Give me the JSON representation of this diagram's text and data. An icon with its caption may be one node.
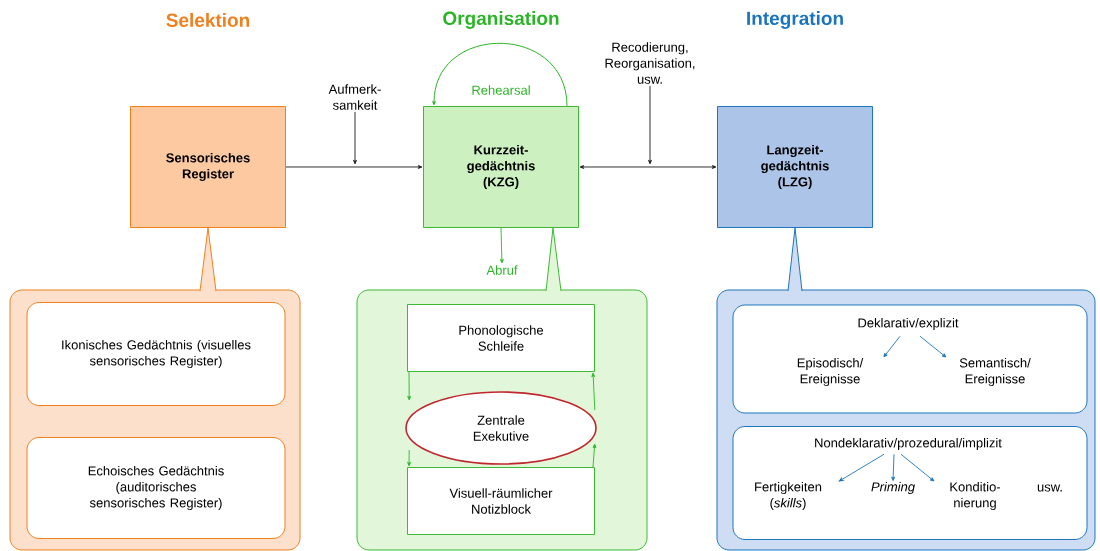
{
  "diagram": {
    "nodes": [
      {
        "text": [
          "Sensorisches Register"
        ]
      },
      {
        "text": [
          "Kurzzeit- gedächtnis (KZG)"
        ]
      },
      {
        "text": [
          "Langzeit- gedächtnis (LZG)"
        ]
      },
      {
        "text": [
          "Aufmerk- samkeit"
        ]
      },
      {
        "text": [
          "Recodierung, Reorganisation, usw."
        ]
      },
      {
        "text": [
          "Abruf"
        ]
      },
      {
        "text": [],
        "shape": "box"
      },
      {
        "text": [
          "Ikonisches Gedächtnis (visuelles sensorisches Register)"
        ],
        "in": 6
      },
      {
        "text": [
          "Echoisches Gedächtnis (auditorisches sensorisches Register)"
        ],
        "in": 6
      },
      {
        "text": [],
        "shape": "box"
      },
      {
        "text": [
          "Phonologische Schleife"
        ],
        "in": 9
      },
      {
        "text": [
          "Zentrale Exekutive"
        ],
        "in": 9
      },
      {
        "text": [
          "Visuell-räumlicher Notizblock"
        ],
        "in": 9
      },
      {
        "text": [],
        "shape": "box"
      },
      {
        "text": [],
        "shape": "box",
        "in": 13
      },
      {
        "text": [
          "Deklarativ/explizit"
        ],
        "in": 14
      },
      {
        "text": [
          "Episodisch/ Ereignisse"
        ],
        "in": 14
      },
      {
        "text": [
          "Semantisch/ Ereignisse"
        ],
        "in": 14
      },
      {
        "text": [],
        "shape": "box",
        "in": 13
      },
      {
        "text": [
          "Nondeklarativ/prozedural/implizit"
        ],
        "in": 18
      },
      {
        "text": [
          "Fertigkeiten (*skills*)"
        ],
        "in": 18
      },
      {
        "text": [
          "Priming"
        ],
        "in": 18
      },
      {
        "text": [
          "Konditio- nierung"
        ],
        "in": 18
      },
      {
        "text": [
          "usw."
        ],
        "in": 18
      }
    ],
    "edges": [
      {
        "from": 0,
        "to": 1,
        "arrow": "to",
        "color": "#1a1a1a"
      },
      {
        "from": 1,
        "to": 2,
        "arrow": "both",
        "color": "#1a1a1a"
      },
      {
        "from": 3,
        "to": null,
        "arrow": "to",
        "color": "#1a1a1a"
      },
      {
        "from": 4,
        "to": null,
        "arrow": "to",
        "color": "#1a1a1a"
      },
      {
        "from": 1,
        "to": 1,
        "arrow": "to",
        "label": "Rehearsal",
        "color": "#2ab526"
      },
      {
        "from": 1,
        "to": 5,
        "arrow": "to",
        "color": "#2ab526"
      },
      {
        "from": 6,
        "to": 0,
        "arrow": "none",
        "color": "#f07f1d"
      },
      {
        "from": 9,
        "to": 1,
        "arrow": "none",
        "color": "#3cb932"
      },
      {
        "from": 13,
        "to": 2,
        "arrow": "none",
        "color": "#1c75bc"
      },
      {
        "from": 10,
        "to": 11,
        "arrow": "to",
        "color": "#2ab526"
      },
      {
        "from": 11,
        "to": 12,
        "arrow": "to",
        "color": "#2ab526"
      },
      {
        "from": 12,
        "to": 11,
        "arrow": "to",
        "color": "#2ab526"
      },
      {
        "from": 11,
        "to": 10,
        "arrow": "to",
        "color": "#2ab526"
      },
      {
        "from": 15,
        "to": 16,
        "arrow": "to",
        "color": "#1c75bc"
      },
      {
        "from": 15,
        "to": 17,
        "arrow": "to",
        "color": "#1c75bc"
      },
      {
        "from": 19,
        "to": 20,
        "arrow": "to",
        "color": "#1c75bc"
      },
      {
        "from": 19,
        "to": 21,
        "arrow": "to",
        "color": "#1c75bc"
      },
      {
        "from": 19,
        "to": 22,
        "arrow": "to",
        "color": "#1c75bc"
      }
    ],
    "labels": [
      "Selektion",
      "Organisation",
      "Integration"
    ]
  }
}
